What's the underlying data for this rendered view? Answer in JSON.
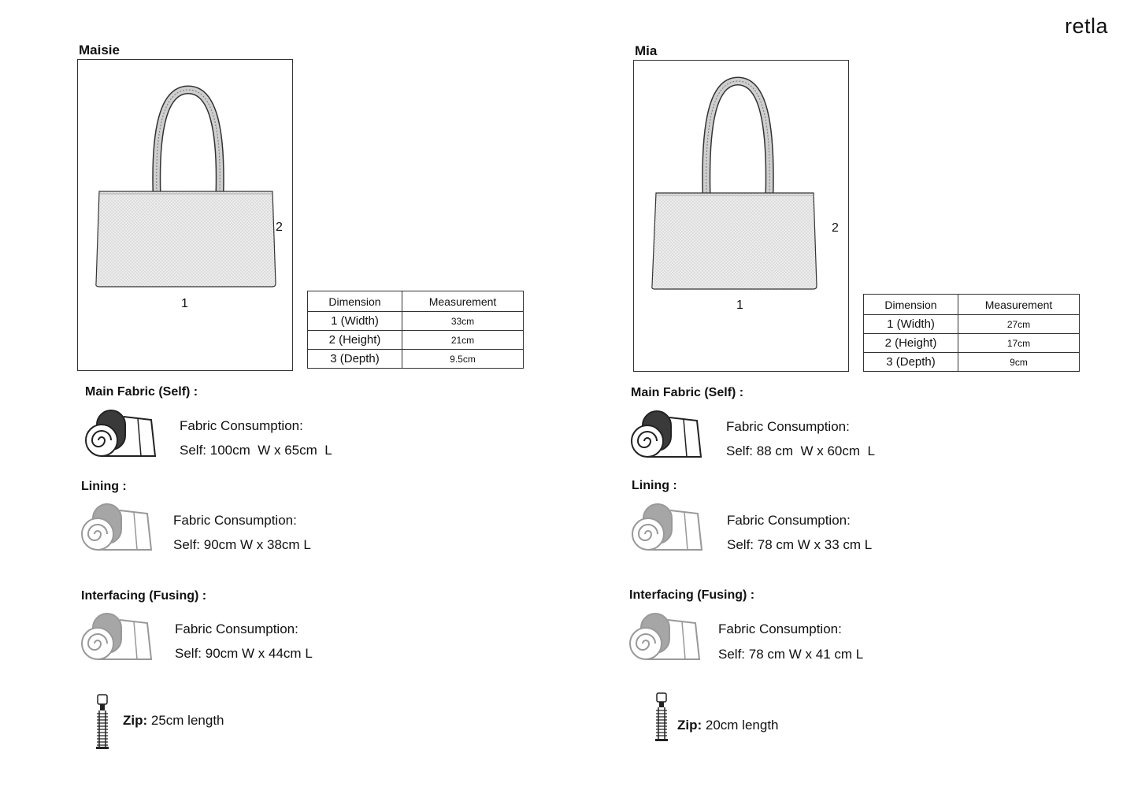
{
  "brand": "retla",
  "labels": {
    "dimension_header": "Dimension",
    "measurement_header": "Measurement",
    "width_marker": "1",
    "height_marker": "2",
    "main_fabric_title": "Main Fabric (Self) :",
    "lining_title": "Lining :",
    "interfacing_title": "Interfacing (Fusing) :",
    "fabric_consumption": "Fabric Consumption:",
    "zip_label": "Zip:"
  },
  "products": [
    {
      "name": "Maisie",
      "dimensions": [
        {
          "dimension": "1 (Width)",
          "measurement": "33cm"
        },
        {
          "dimension": "2 (Height)",
          "measurement": "21cm"
        },
        {
          "dimension": "3 (Depth)",
          "measurement": "9.5cm"
        }
      ],
      "main_fabric": "Self: 100cm  W x 65cm  L",
      "lining": "Self: 90cm W x 38cm L",
      "interfacing": "Self: 90cm W x 44cm L",
      "zip": "25cm length"
    },
    {
      "name": "Mia",
      "dimensions": [
        {
          "dimension": "1 (Width)",
          "measurement": "27cm"
        },
        {
          "dimension": "2 (Height)",
          "measurement": "17cm"
        },
        {
          "dimension": "3 (Depth)",
          "measurement": "9cm"
        }
      ],
      "main_fabric": "Self: 88 cm  W x 60cm  L",
      "lining": "Self: 78 cm W x 33 cm L",
      "interfacing": "Self: 78 cm W x 41 cm L",
      "zip": "20cm length"
    }
  ],
  "icons": {
    "fabric_roll_dark": "fabric-roll-dark-icon",
    "fabric_roll_light": "fabric-roll-light-icon",
    "zipper": "zipper-icon"
  },
  "colors": {
    "roll_dark": "#3a3a3a",
    "roll_light": "#9a9a9a",
    "bag_fill": "#e6e6e6"
  }
}
